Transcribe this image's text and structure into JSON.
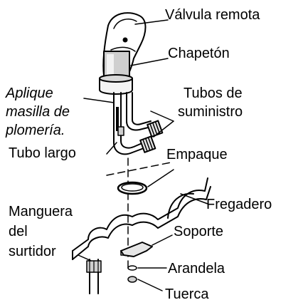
{
  "title": "",
  "labels": {
    "valvula": "Válvula remota",
    "chapeton": "Chapetón",
    "aplique1": "Aplique",
    "aplique2": "masilla de",
    "aplique3": "plomería.",
    "tubos1": "Tubos de",
    "tubos2": "suministro",
    "tubo_largo": "Tubo largo",
    "empaque": "Empaque",
    "manguera1": "Manguera",
    "manguera2": "del",
    "manguera3": "surtidor",
    "fregadero": "Fregadero",
    "soporte": "Soporte",
    "arandela": "Arandela",
    "tuerca": "Tuerca"
  }
}
